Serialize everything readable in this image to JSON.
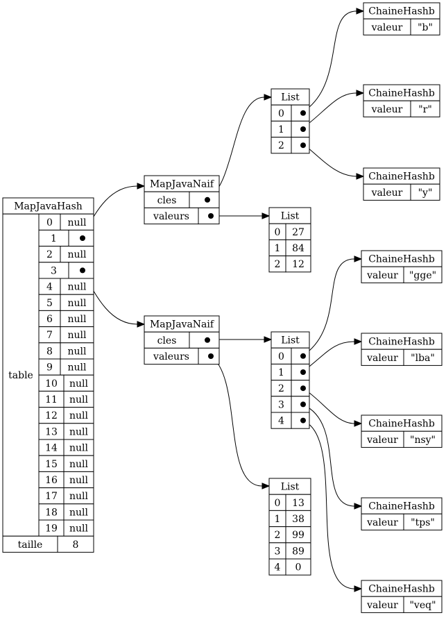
{
  "map_java_hash": {
    "title": "MapJavaHash",
    "table_label": "table",
    "taille_label": "taille",
    "taille_value": "8",
    "slots": [
      {
        "index": "0",
        "value": "null"
      },
      {
        "index": "1",
        "value": ""
      },
      {
        "index": "2",
        "value": "null"
      },
      {
        "index": "3",
        "value": ""
      },
      {
        "index": "4",
        "value": "null"
      },
      {
        "index": "5",
        "value": "null"
      },
      {
        "index": "6",
        "value": "null"
      },
      {
        "index": "7",
        "value": "null"
      },
      {
        "index": "8",
        "value": "null"
      },
      {
        "index": "9",
        "value": "null"
      },
      {
        "index": "10",
        "value": "null"
      },
      {
        "index": "11",
        "value": "null"
      },
      {
        "index": "12",
        "value": "null"
      },
      {
        "index": "13",
        "value": "null"
      },
      {
        "index": "14",
        "value": "null"
      },
      {
        "index": "15",
        "value": "null"
      },
      {
        "index": "16",
        "value": "null"
      },
      {
        "index": "17",
        "value": "null"
      },
      {
        "index": "18",
        "value": "null"
      },
      {
        "index": "19",
        "value": "null"
      }
    ]
  },
  "map_java_naif_1": {
    "title": "MapJavaNaif",
    "cles_label": "cles",
    "valeurs_label": "valeurs",
    "keys_list": {
      "title": "List",
      "indices": [
        "0",
        "1",
        "2"
      ]
    },
    "values_list": {
      "title": "List",
      "rows": [
        {
          "index": "0",
          "value": "27"
        },
        {
          "index": "1",
          "value": "84"
        },
        {
          "index": "2",
          "value": "12"
        }
      ]
    },
    "chaines": [
      {
        "title": "ChaineHashb",
        "label": "valeur",
        "value": "\"b\""
      },
      {
        "title": "ChaineHashb",
        "label": "valeur",
        "value": "\"r\""
      },
      {
        "title": "ChaineHashb",
        "label": "valeur",
        "value": "\"y\""
      }
    ]
  },
  "map_java_naif_2": {
    "title": "MapJavaNaif",
    "cles_label": "cles",
    "valeurs_label": "valeurs",
    "keys_list": {
      "title": "List",
      "indices": [
        "0",
        "1",
        "2",
        "3",
        "4"
      ]
    },
    "values_list": {
      "title": "List",
      "rows": [
        {
          "index": "0",
          "value": "13"
        },
        {
          "index": "1",
          "value": "38"
        },
        {
          "index": "2",
          "value": "99"
        },
        {
          "index": "3",
          "value": "89"
        },
        {
          "index": "4",
          "value": "0"
        }
      ]
    },
    "chaines": [
      {
        "title": "ChaineHashb",
        "label": "valeur",
        "value": "\"gge\""
      },
      {
        "title": "ChaineHashb",
        "label": "valeur",
        "value": "\"lba\""
      },
      {
        "title": "ChaineHashb",
        "label": "valeur",
        "value": "\"nsy\""
      },
      {
        "title": "ChaineHashb",
        "label": "valeur",
        "value": "\"tps\""
      },
      {
        "title": "ChaineHashb",
        "label": "valeur",
        "value": "\"veq\""
      }
    ]
  }
}
